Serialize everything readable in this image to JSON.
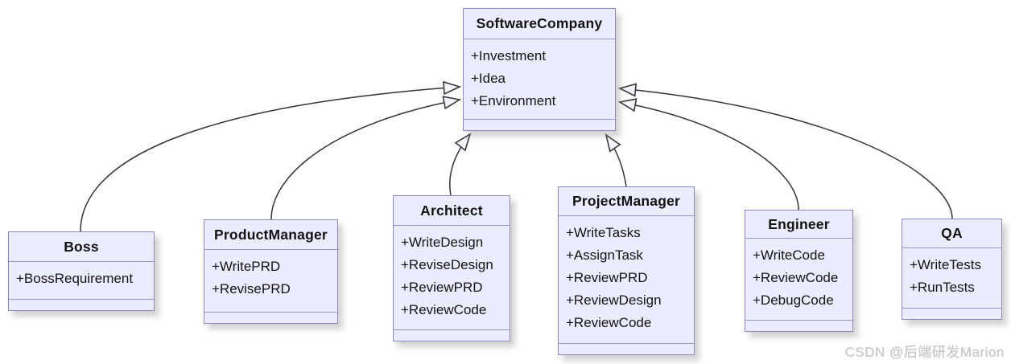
{
  "diagram": {
    "type": "uml-class-diagram",
    "classes": [
      {
        "id": "SoftwareCompany",
        "name": "SoftwareCompany",
        "attributes": [
          "+Investment",
          "+Idea",
          "+Environment"
        ]
      },
      {
        "id": "Boss",
        "name": "Boss",
        "attributes": [
          "+BossRequirement"
        ]
      },
      {
        "id": "ProductManager",
        "name": "ProductManager",
        "attributes": [
          "+WritePRD",
          "+RevisePRD"
        ]
      },
      {
        "id": "Architect",
        "name": "Architect",
        "attributes": [
          "+WriteDesign",
          "+ReviseDesign",
          "+ReviewPRD",
          "+ReviewCode"
        ]
      },
      {
        "id": "ProjectManager",
        "name": "ProjectManager",
        "attributes": [
          "+WriteTasks",
          "+AssignTask",
          "+ReviewPRD",
          "+ReviewDesign",
          "+ReviewCode"
        ]
      },
      {
        "id": "Engineer",
        "name": "Engineer",
        "attributes": [
          "+WriteCode",
          "+ReviewCode",
          "+DebugCode"
        ]
      },
      {
        "id": "QA",
        "name": "QA",
        "attributes": [
          "+WriteTests",
          "+RunTests"
        ]
      }
    ],
    "edges": [
      {
        "from": "Boss",
        "to": "SoftwareCompany",
        "type": "inheritance"
      },
      {
        "from": "ProductManager",
        "to": "SoftwareCompany",
        "type": "inheritance"
      },
      {
        "from": "Architect",
        "to": "SoftwareCompany",
        "type": "inheritance"
      },
      {
        "from": "ProjectManager",
        "to": "SoftwareCompany",
        "type": "inheritance"
      },
      {
        "from": "Engineer",
        "to": "SoftwareCompany",
        "type": "inheritance"
      },
      {
        "from": "QA",
        "to": "SoftwareCompany",
        "type": "inheritance"
      }
    ],
    "colors": {
      "class_fill": "#ECECFF",
      "class_border": "#8d85bd",
      "line": "#333333",
      "arrowhead_fill": "#f5f5fd",
      "text": "#131313",
      "watermark": "#c6c6c6"
    }
  },
  "watermark": {
    "text": "CSDN @后端研发Marion"
  }
}
